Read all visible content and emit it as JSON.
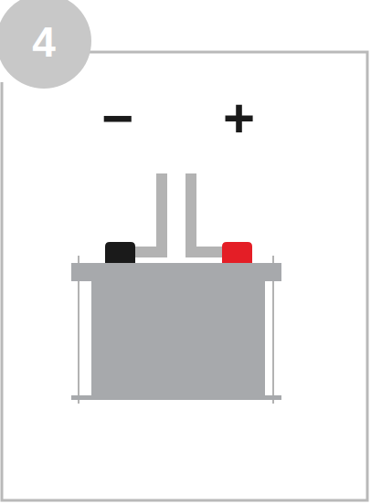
{
  "diagram": {
    "nodes": [
      {
        "text": [
          "4"
        ]
      }
    ],
    "labels": [
      "−",
      "+"
    ]
  }
}
